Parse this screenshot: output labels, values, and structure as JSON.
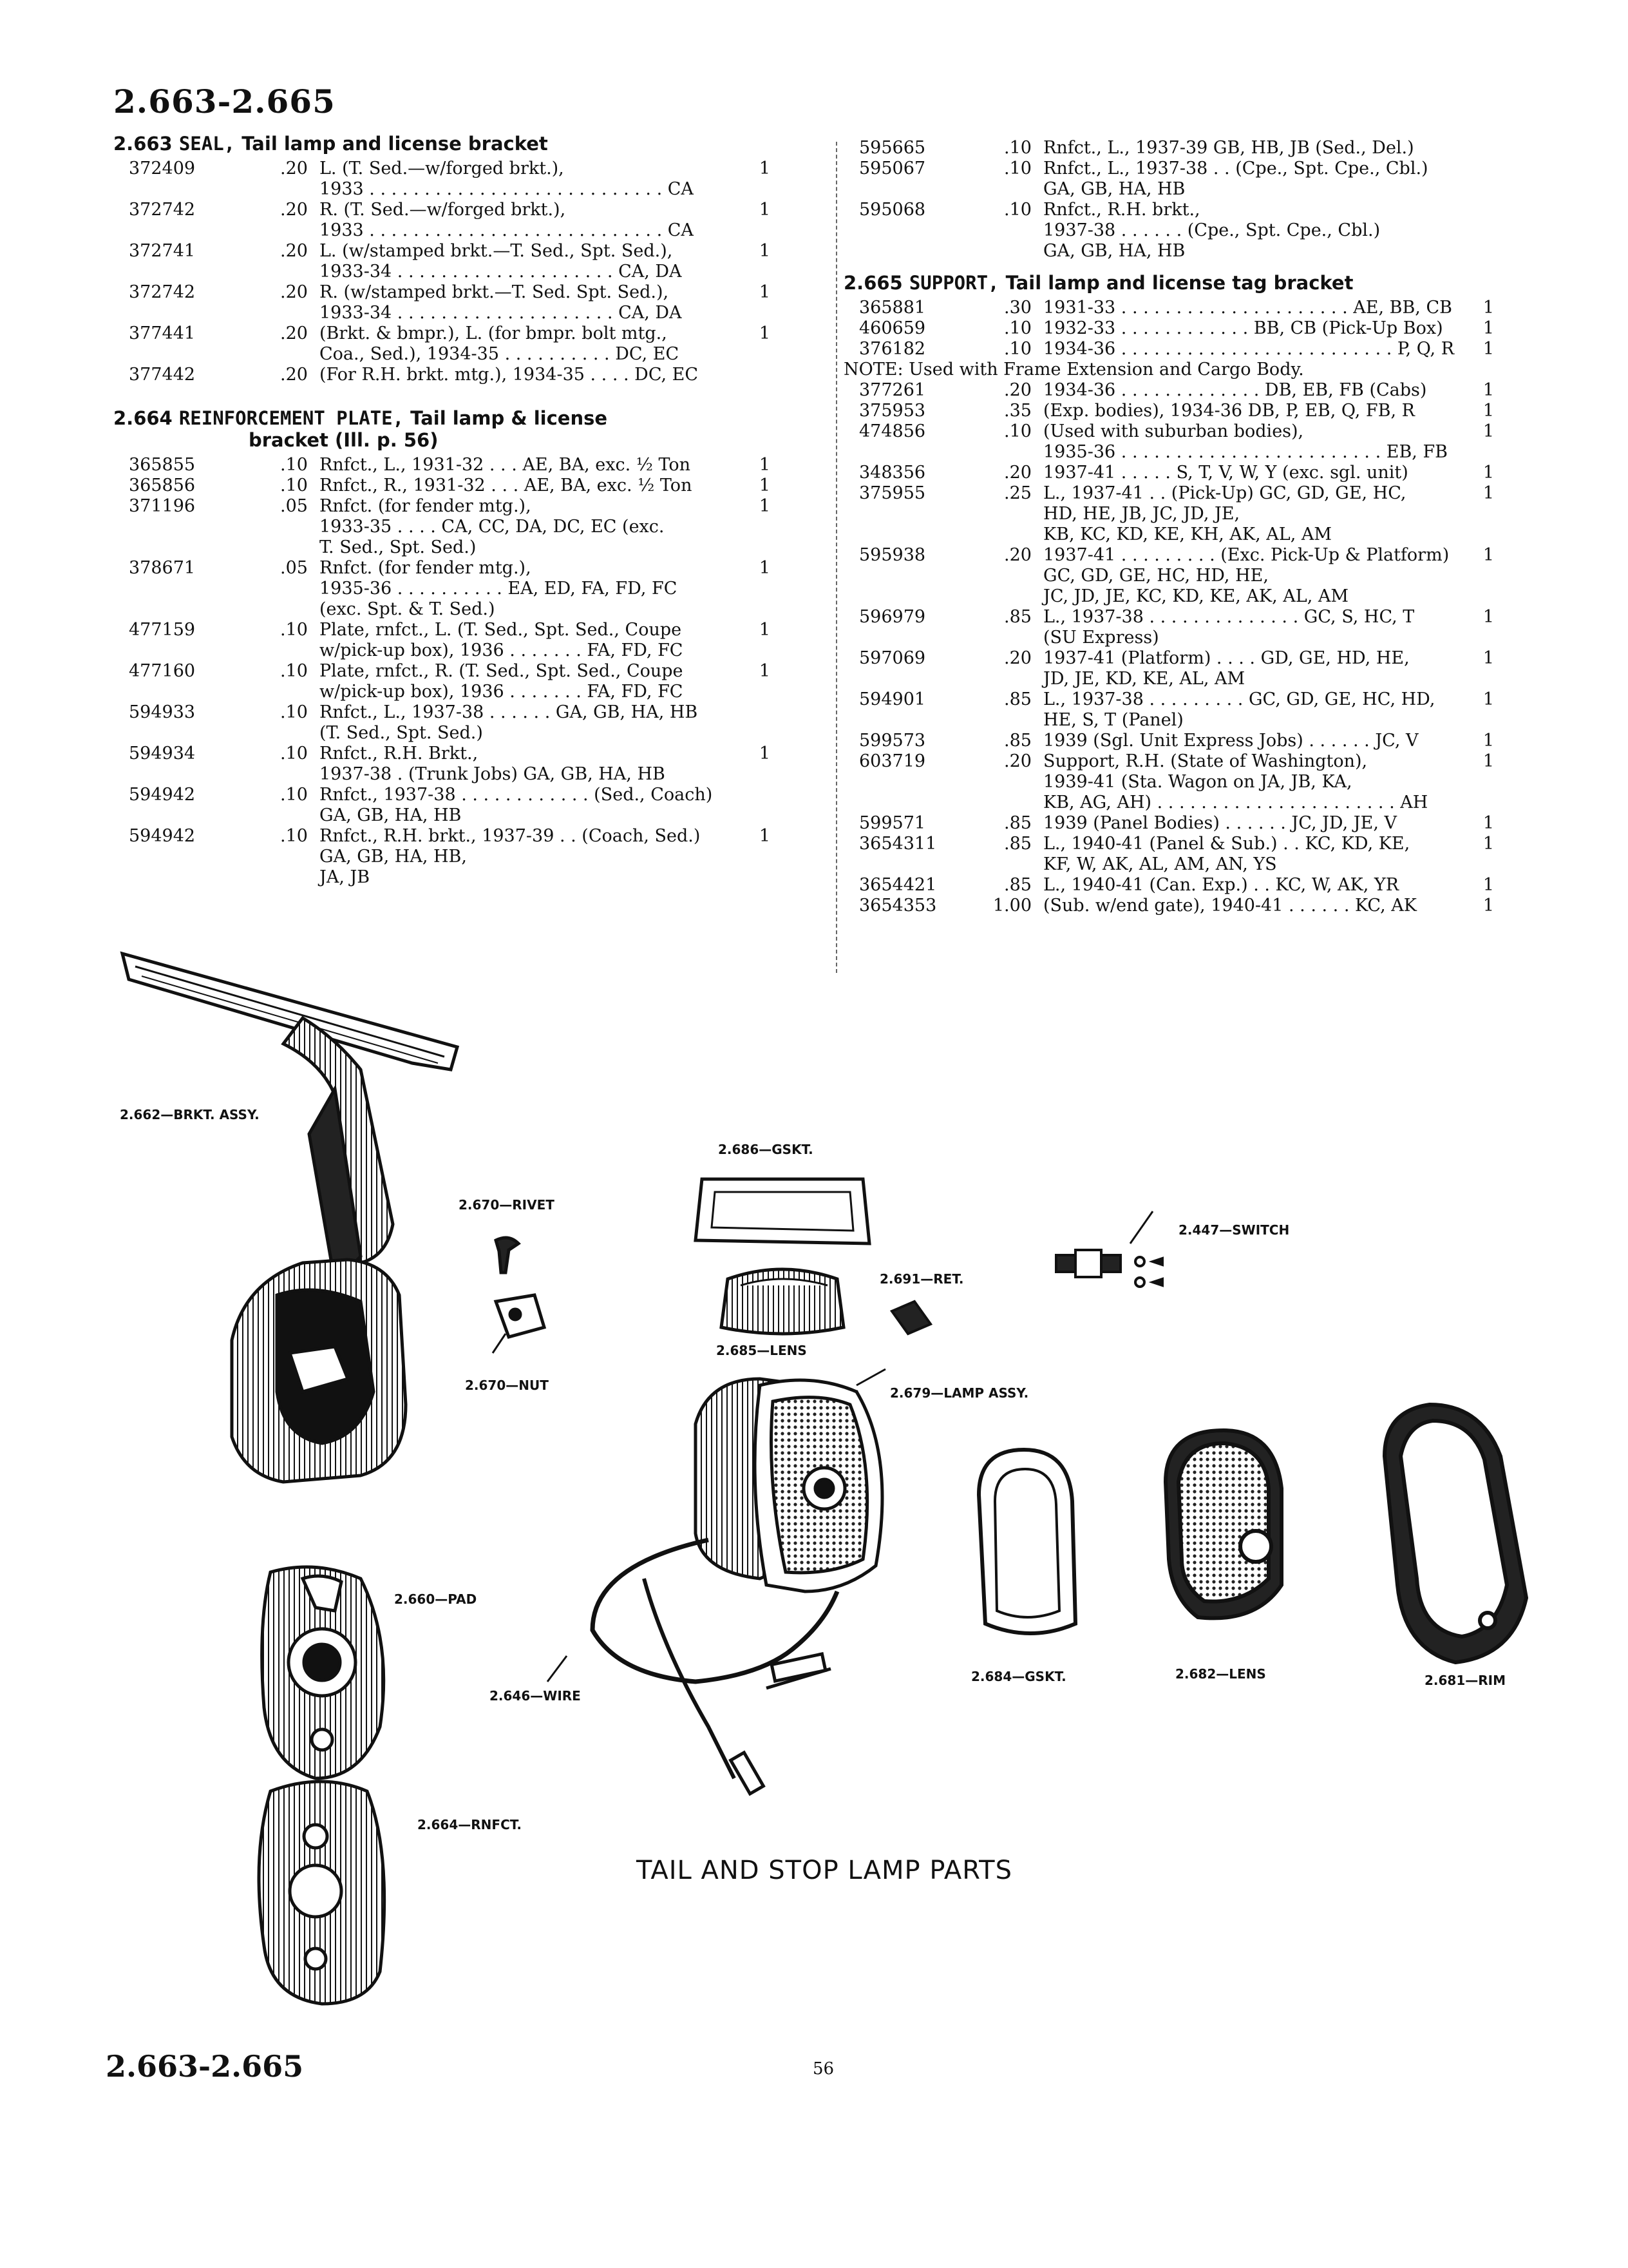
{
  "header": {
    "title": "2.663-2.665"
  },
  "footer": {
    "title": "2.663-2.665",
    "page": "56"
  },
  "sections": [
    {
      "num": "2.663",
      "cap": "SEAL,",
      "rest": "Tail lamp and license bracket",
      "sub": "",
      "rows": [
        {
          "pn": "372409",
          "pr": ".20",
          "ds": "L. (T. Sed.—w/forged brkt.),\n      1933 . . . . . . . . . . . . . . . . . . . . . . . . . . . CA",
          "qt": "1"
        },
        {
          "pn": "372742",
          "pr": ".20",
          "ds": "R. (T. Sed.—w/forged brkt.),\n      1933 . . . . . . . . . . . . . . . . . . . . . . . . . . . CA",
          "qt": "1"
        },
        {
          "pn": "372741",
          "pr": ".20",
          "ds": "L. (w/stamped brkt.—T. Sed., Spt. Sed.),\n      1933-34 . . . . . . . . . . . . . . . . . . . . CA, DA",
          "qt": "1"
        },
        {
          "pn": "372742",
          "pr": ".20",
          "ds": "R. (w/stamped brkt.—T. Sed. Spt. Sed.),\n      1933-34 . . . . . . . . . . . . . . . . . . . . CA, DA",
          "qt": "1"
        },
        {
          "pn": "377441",
          "pr": ".20",
          "ds": "(Brkt. & bmpr.), L. (for bmpr. bolt mtg.,\n      Coa., Sed.), 1934-35 . . . . . . . . . . DC, EC",
          "qt": "1"
        },
        {
          "pn": "377442",
          "pr": ".20",
          "ds": "(For R.H. brkt. mtg.), 1934-35 . . . . DC, EC",
          "qt": ""
        }
      ]
    },
    {
      "num": "2.664",
      "cap": "REINFORCEMENT PLATE,",
      "rest": "Tail lamp & license",
      "sub": "bracket (Ill. p. 56)",
      "rows": [
        {
          "pn": "365855",
          "pr": ".10",
          "ds": "Rnfct., L., 1931-32 . . . AE, BA, exc. ½ Ton",
          "qt": "1"
        },
        {
          "pn": "365856",
          "pr": ".10",
          "ds": "Rnfct., R., 1931-32 . . . AE, BA, exc. ½ Ton",
          "qt": "1"
        },
        {
          "pn": "371196",
          "pr": ".05",
          "ds": "Rnfct. (for fender mtg.),\n      1933-35 . . . . CA, CC, DA, DC, EC (exc.\n                                         T. Sed., Spt. Sed.)",
          "qt": "1"
        },
        {
          "pn": "378671",
          "pr": ".05",
          "ds": "Rnfct. (for fender mtg.),\n      1935-36 . . . . . . . . . . EA, ED, FA, FD, FC\n                                       (exc. Spt. & T. Sed.)",
          "qt": "1"
        },
        {
          "pn": "477159",
          "pr": ".10",
          "ds": "Plate, rnfct., L. (T. Sed., Spt. Sed., Coupe\n      w/pick-up box), 1936 . . . . . . . FA, FD, FC",
          "qt": "1"
        },
        {
          "pn": "477160",
          "pr": ".10",
          "ds": "Plate, rnfct., R. (T. Sed., Spt. Sed., Coupe\n      w/pick-up box), 1936 . . . . . . . FA, FD, FC",
          "qt": "1"
        },
        {
          "pn": "594933",
          "pr": ".10",
          "ds": "Rnfct., L., 1937-38 . . . . . . GA, GB, HA, HB\n                                       (T. Sed., Spt. Sed.)",
          "qt": ""
        },
        {
          "pn": "594934",
          "pr": ".10",
          "ds": "Rnfct., R.H. Brkt.,\n      1937-38 . (Trunk Jobs) GA, GB, HA, HB",
          "qt": "1"
        },
        {
          "pn": "594942",
          "pr": ".10",
          "ds": "Rnfct., 1937-38 . . . . . . . . . . . . (Sed., Coach)\n                                          GA, GB, HA, HB",
          "qt": ""
        },
        {
          "pn": "594942",
          "pr": ".10",
          "ds": "Rnfct., R.H. brkt., 1937-39 . . (Coach, Sed.)\n                                          GA, GB, HA, HB,\n                                                           JA, JB",
          "qt": "1"
        }
      ]
    }
  ],
  "right_top": [
    {
      "pn": "595665",
      "pr": ".10",
      "ds": "Rnfct., L., 1937-39 GB, HB, JB (Sed., Del.)",
      "qt": ""
    },
    {
      "pn": "595067",
      "pr": ".10",
      "ds": "Rnfct., L., 1937-38 . . (Cpe., Spt. Cpe., Cbl.)\n                                          GA, GB, HA, HB",
      "qt": ""
    },
    {
      "pn": "595068",
      "pr": ".10",
      "ds": "Rnfct., R.H. brkt.,\n      1937-38 . . . . . . (Cpe., Spt. Cpe., Cbl.)\n                                          GA, GB, HA, HB",
      "qt": ""
    }
  ],
  "section_665": {
    "num": "2.665",
    "cap": "SUPPORT,",
    "rest": "Tail lamp and license tag bracket",
    "rows": [
      {
        "pn": "365881",
        "pr": ".30",
        "ds": "1931-33 . . . . . . . . . . . . . . . . . . . . . AE, BB, CB",
        "qt": "1"
      },
      {
        "pn": "460659",
        "pr": ".10",
        "ds": "1932-33 . . . . . . . . . . . . BB, CB (Pick-Up Box)",
        "qt": "1"
      },
      {
        "pn": "376182",
        "pr": ".10",
        "ds": "1934-36 . . . . . . . . . . . . . . . . . . . . . . . . . P, Q, R",
        "qt": "1"
      }
    ],
    "note": "NOTE: Used with Frame Extension and Cargo Body.",
    "rows2": [
      {
        "pn": "377261",
        "pr": ".20",
        "ds": "1934-36 . . . . . . . . . . . . . DB, EB, FB (Cabs)",
        "qt": "1"
      },
      {
        "pn": "375953",
        "pr": ".35",
        "ds": "(Exp. bodies), 1934-36 DB, P, EB, Q, FB, R",
        "qt": "1"
      },
      {
        "pn": "474856",
        "pr": ".10",
        "ds": "(Used with suburban bodies),\n      1935-36 . . . . . . . . . . . . . . . . . . . . . . . . EB, FB",
        "qt": "1"
      },
      {
        "pn": "348356",
        "pr": ".20",
        "ds": "1937-41 . . . . . S, T, V, W, Y (exc. sgl. unit)",
        "qt": "1"
      },
      {
        "pn": "375955",
        "pr": ".25",
        "ds": "L., 1937-41 . . (Pick-Up) GC, GD, GE, HC,\n                        HD, HE, JB, JC, JD, JE,\n            KB, KC, KD, KE, KH, AK, AL, AM",
        "qt": "1"
      },
      {
        "pn": "595938",
        "pr": ".20",
        "ds": "1937-41 . . . . . . . . . (Exc. Pick-Up & Platform)\n                       GC, GD, GE, HC, HD, HE,\n               JC, JD, JE, KC, KD, KE, AK, AL, AM",
        "qt": "1"
      },
      {
        "pn": "596979",
        "pr": ".85",
        "ds": "L., 1937-38 . . . . . . . . . . . . . . GC, S, HC, T\n                                               (SU Express)",
        "qt": "1"
      },
      {
        "pn": "597069",
        "pr": ".20",
        "ds": "1937-41 (Platform) . . . . GD, GE, HD, HE,\n                         JD, JE, KD, KE, AL, AM",
        "qt": "1"
      },
      {
        "pn": "594901",
        "pr": ".85",
        "ds": "L., 1937-38 . . . . . . . . . GC, GD, GE, HC, HD,\n                                      HE, S, T (Panel)",
        "qt": "1"
      },
      {
        "pn": "599573",
        "pr": ".85",
        "ds": "1939 (Sgl. Unit Express Jobs) . . . . . . JC, V",
        "qt": "1"
      },
      {
        "pn": "603719",
        "pr": ".20",
        "ds": "Support, R.H. (State of Washington),\n      1939-41 (Sta. Wagon on JA, JB, KA,\n      KB, AG, AH) . . . . . . . . . . . . . . . . . . . . . . AH",
        "qt": "1"
      },
      {
        "pn": "599571",
        "pr": ".85",
        "ds": "1939 (Panel Bodies) . . . . . . JC, JD, JE, V",
        "qt": "1"
      },
      {
        "pn": "3654311",
        "pr": ".85",
        "ds": "L., 1940-41 (Panel & Sub.) . . KC, KD, KE,\n               KF, W, AK, AL, AM, AN, YS",
        "qt": "1"
      },
      {
        "pn": "3654421",
        "pr": ".85",
        "ds": "L., 1940-41 (Can. Exp.) . . KC, W, AK, YR",
        "qt": "1"
      },
      {
        "pn": "3654353",
        "pr": "1.00",
        "ds": "(Sub. w/end gate), 1940-41 . . . . . . KC, AK",
        "qt": "1"
      }
    ]
  },
  "illustration": {
    "caption": "TAIL AND STOP LAMP PARTS",
    "labels": {
      "brkt": "2.662—BRKT. ASSY.",
      "gskt_top": "2.686—GSKT.",
      "rivet": "2.670—RIVET",
      "switch": "2.447—SWITCH",
      "ret": "2.691—RET.",
      "lens_top": "2.685—LENS",
      "nut": "2.670—NUT",
      "lamp": "2.679—LAMP ASSY.",
      "pad": "2.660—PAD",
      "wire": "2.646—WIRE",
      "gskt": "2.684—GSKT.",
      "lens": "2.682—LENS",
      "rim": "2.681—RIM",
      "rnfct": "2.664—RNFCT."
    }
  }
}
